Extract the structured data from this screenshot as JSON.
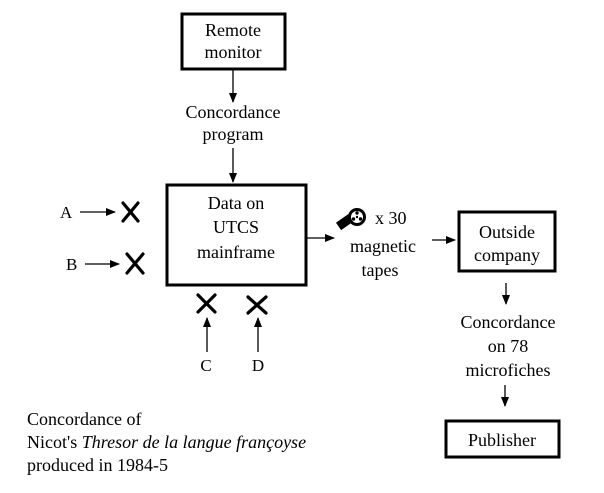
{
  "nodes": {
    "remote_monitor": [
      "Remote",
      "monitor"
    ],
    "concordance_program": [
      "Concordance",
      "program"
    ],
    "mainframe": [
      "Data on",
      "UTCS",
      "mainframe"
    ],
    "tapes_count": "x 30",
    "tapes": [
      "magnetic",
      "tapes"
    ],
    "outside_company": [
      "Outside",
      "company"
    ],
    "microfiches": [
      "Concordance",
      "on 78",
      "microfiches"
    ],
    "publisher": "Publisher"
  },
  "inputs": {
    "a": "A",
    "b": "B",
    "c": "C",
    "d": "D"
  },
  "icons": {
    "blocked": "cross-icon",
    "tape": "film-reel-icon"
  },
  "caption": {
    "line1": "Concordance of",
    "line2_prefix": "Nicot's ",
    "line2_title": "Thresor de la langue françoyse",
    "line3": "produced in 1984-5"
  }
}
